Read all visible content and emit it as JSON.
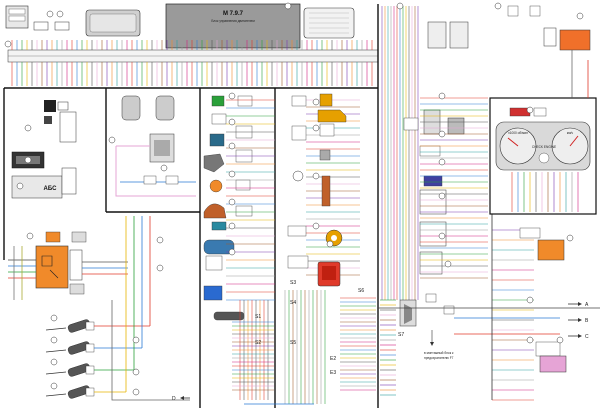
{
  "ecu": {
    "title": "M 7.9.7",
    "subtitle": "Блок управления двигателем"
  },
  "cluster": {
    "gauge_left": "x1000 об/мин",
    "gauge_right": "км/ч",
    "check_engine": "CHECK ENGINE"
  },
  "connector_labels": {
    "abs": "АБС"
  },
  "harness_labels": {
    "s1": "S1",
    "s2": "S2",
    "s3": "S3",
    "s4": "S4",
    "s5": "S5",
    "s6": "S6",
    "s7": "S7",
    "e2": "E2",
    "e3": "E3"
  },
  "notes": {
    "mounting_block": "в монтажный блок к",
    "fuse": "предохранителю F7"
  },
  "arrows": {
    "a": "A",
    "b": "B",
    "c": "C",
    "d": "D"
  },
  "colors": {
    "ecu_fill": "#9a9a9a",
    "orange": "#f08a2a",
    "red": "#e03a2a",
    "pink": "#e6a4d6",
    "cluster_fill": "#d9d9d9",
    "frame": "#111111"
  }
}
